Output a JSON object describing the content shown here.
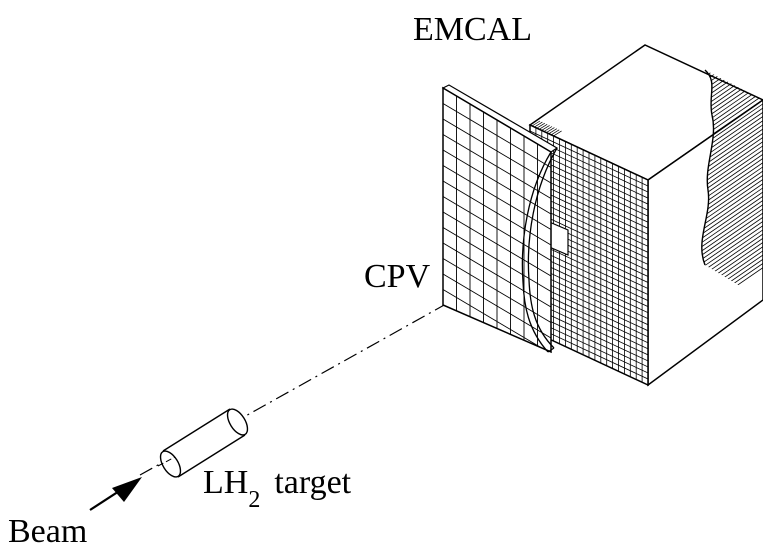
{
  "labels": {
    "emcal": "EMCAL",
    "cpv": "CPV",
    "target_main": "LH",
    "target_sub": "2",
    "target_suffix": "target",
    "beam": "Beam"
  },
  "colors": {
    "line": "#000000",
    "background": "#ffffff"
  }
}
